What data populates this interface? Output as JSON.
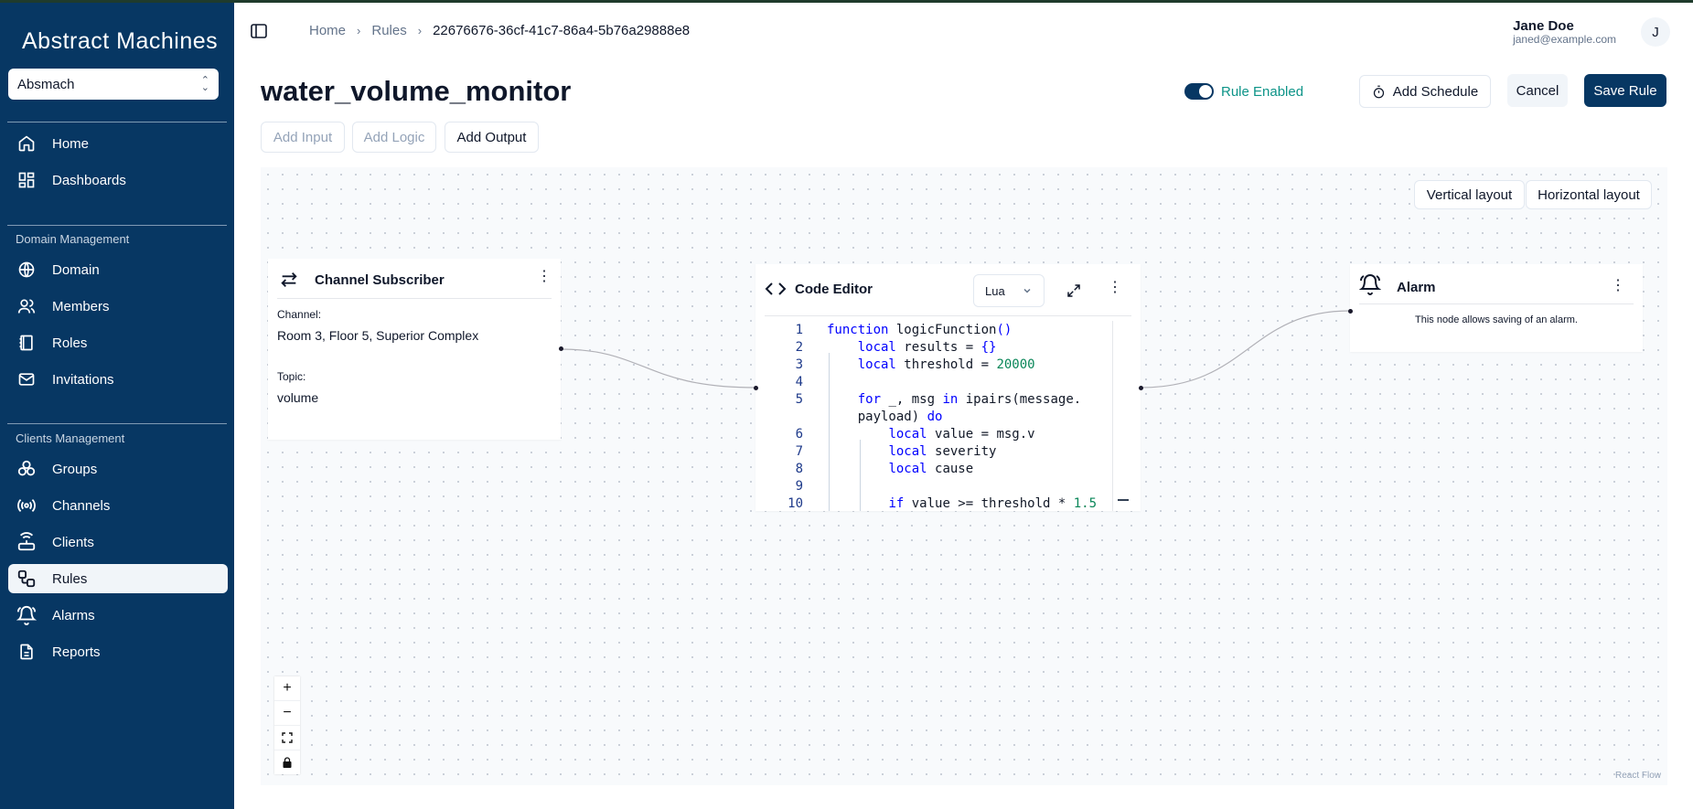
{
  "brand": {
    "name": "Abstract Machines"
  },
  "org_select": {
    "value": "Absmach"
  },
  "nav": {
    "items": [
      {
        "label": "Home",
        "icon": "home-icon"
      },
      {
        "label": "Dashboards",
        "icon": "dashboard-icon"
      }
    ],
    "domain_section": "Domain Management",
    "domain_items": [
      {
        "label": "Domain",
        "icon": "globe-icon"
      },
      {
        "label": "Members",
        "icon": "users-icon"
      },
      {
        "label": "Roles",
        "icon": "book-icon"
      },
      {
        "label": "Invitations",
        "icon": "mail-icon"
      }
    ],
    "clients_section": "Clients Management",
    "clients_items": [
      {
        "label": "Groups",
        "icon": "groups-icon"
      },
      {
        "label": "Channels",
        "icon": "radio-icon"
      },
      {
        "label": "Clients",
        "icon": "router-icon"
      },
      {
        "label": "Rules",
        "icon": "workflow-icon",
        "active": true
      },
      {
        "label": "Alarms",
        "icon": "bell-icon"
      },
      {
        "label": "Reports",
        "icon": "file-icon"
      }
    ]
  },
  "breadcrumb": {
    "home": "Home",
    "rules": "Rules",
    "current": "22676676-36cf-41c7-86a4-5b76a29888e8"
  },
  "user": {
    "name": "Jane Doe",
    "email": "janed@example.com",
    "initial": "J"
  },
  "page": {
    "title": "water_volume_monitor"
  },
  "toolbar": {
    "rule_enabled": "Rule Enabled",
    "add_schedule": "Add Schedule",
    "cancel": "Cancel",
    "save": "Save Rule",
    "add_input": "Add Input",
    "add_logic": "Add Logic",
    "add_output": "Add Output"
  },
  "canvas": {
    "vertical_layout": "Vertical layout",
    "horizontal_layout": "Horizontal layout",
    "attribution": "React Flow"
  },
  "nodes": {
    "subscriber": {
      "title": "Channel Subscriber",
      "channel_label": "Channel:",
      "channel_value": "Room 3, Floor 5, Superior Complex",
      "topic_label": "Topic:",
      "topic_value": "volume"
    },
    "editor": {
      "title": "Code Editor",
      "language": "Lua"
    },
    "alarm": {
      "title": "Alarm",
      "description": "This node allows saving of an alarm."
    }
  },
  "colors": {
    "sidebar": "#073763",
    "accent": "#0d9488",
    "primary": "#073763"
  }
}
